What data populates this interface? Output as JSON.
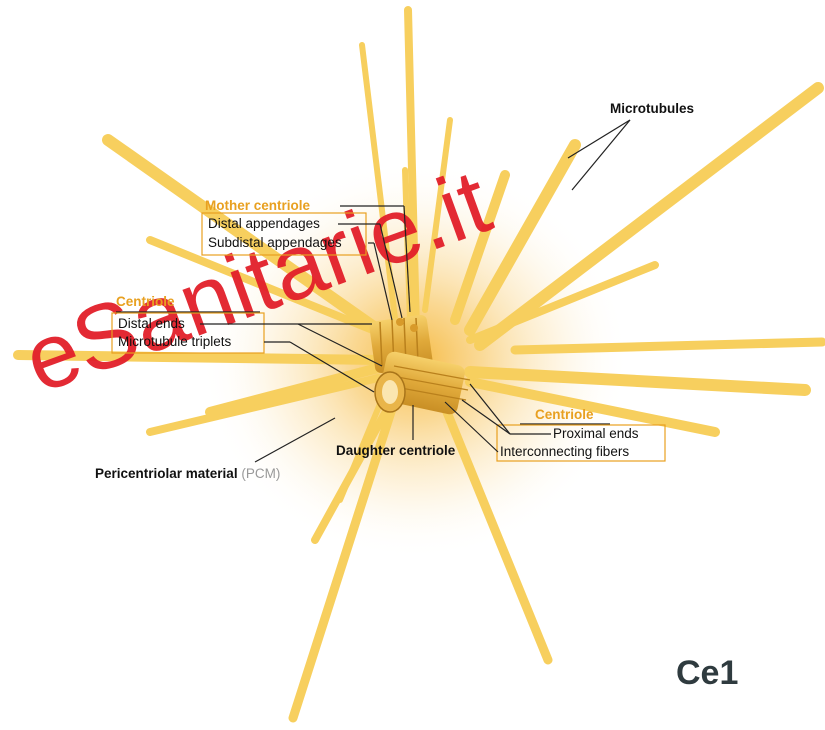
{
  "diagram": {
    "labels": {
      "microtubules": "Microtubules",
      "mother_centriole": "Mother centriole",
      "distal_appendages": "Distal appendages",
      "subdistal_appendages": "Subdistal appendages",
      "centriole_top": "Centriole",
      "distal_ends": "Distal ends",
      "microtubule_triplets": "Microtubule triplets",
      "centriole_right": "Centriole",
      "proximal_ends": "Proximal ends",
      "interconnecting_fibers": "Interconnecting fibers",
      "daughter_centriole": "Daughter centriole",
      "pericentriolar_material": "Pericentriolar material",
      "pcm_abbrev": "(PCM)"
    },
    "watermark": "eSanitarie.it",
    "figure_code": "Ce1",
    "colors": {
      "microtubule": "#f7cf5e",
      "accent_orange": "#e8a020",
      "watermark_red": "#e21f2a",
      "glow": "#f5b73a",
      "code_text": "#2f3b3f"
    }
  }
}
